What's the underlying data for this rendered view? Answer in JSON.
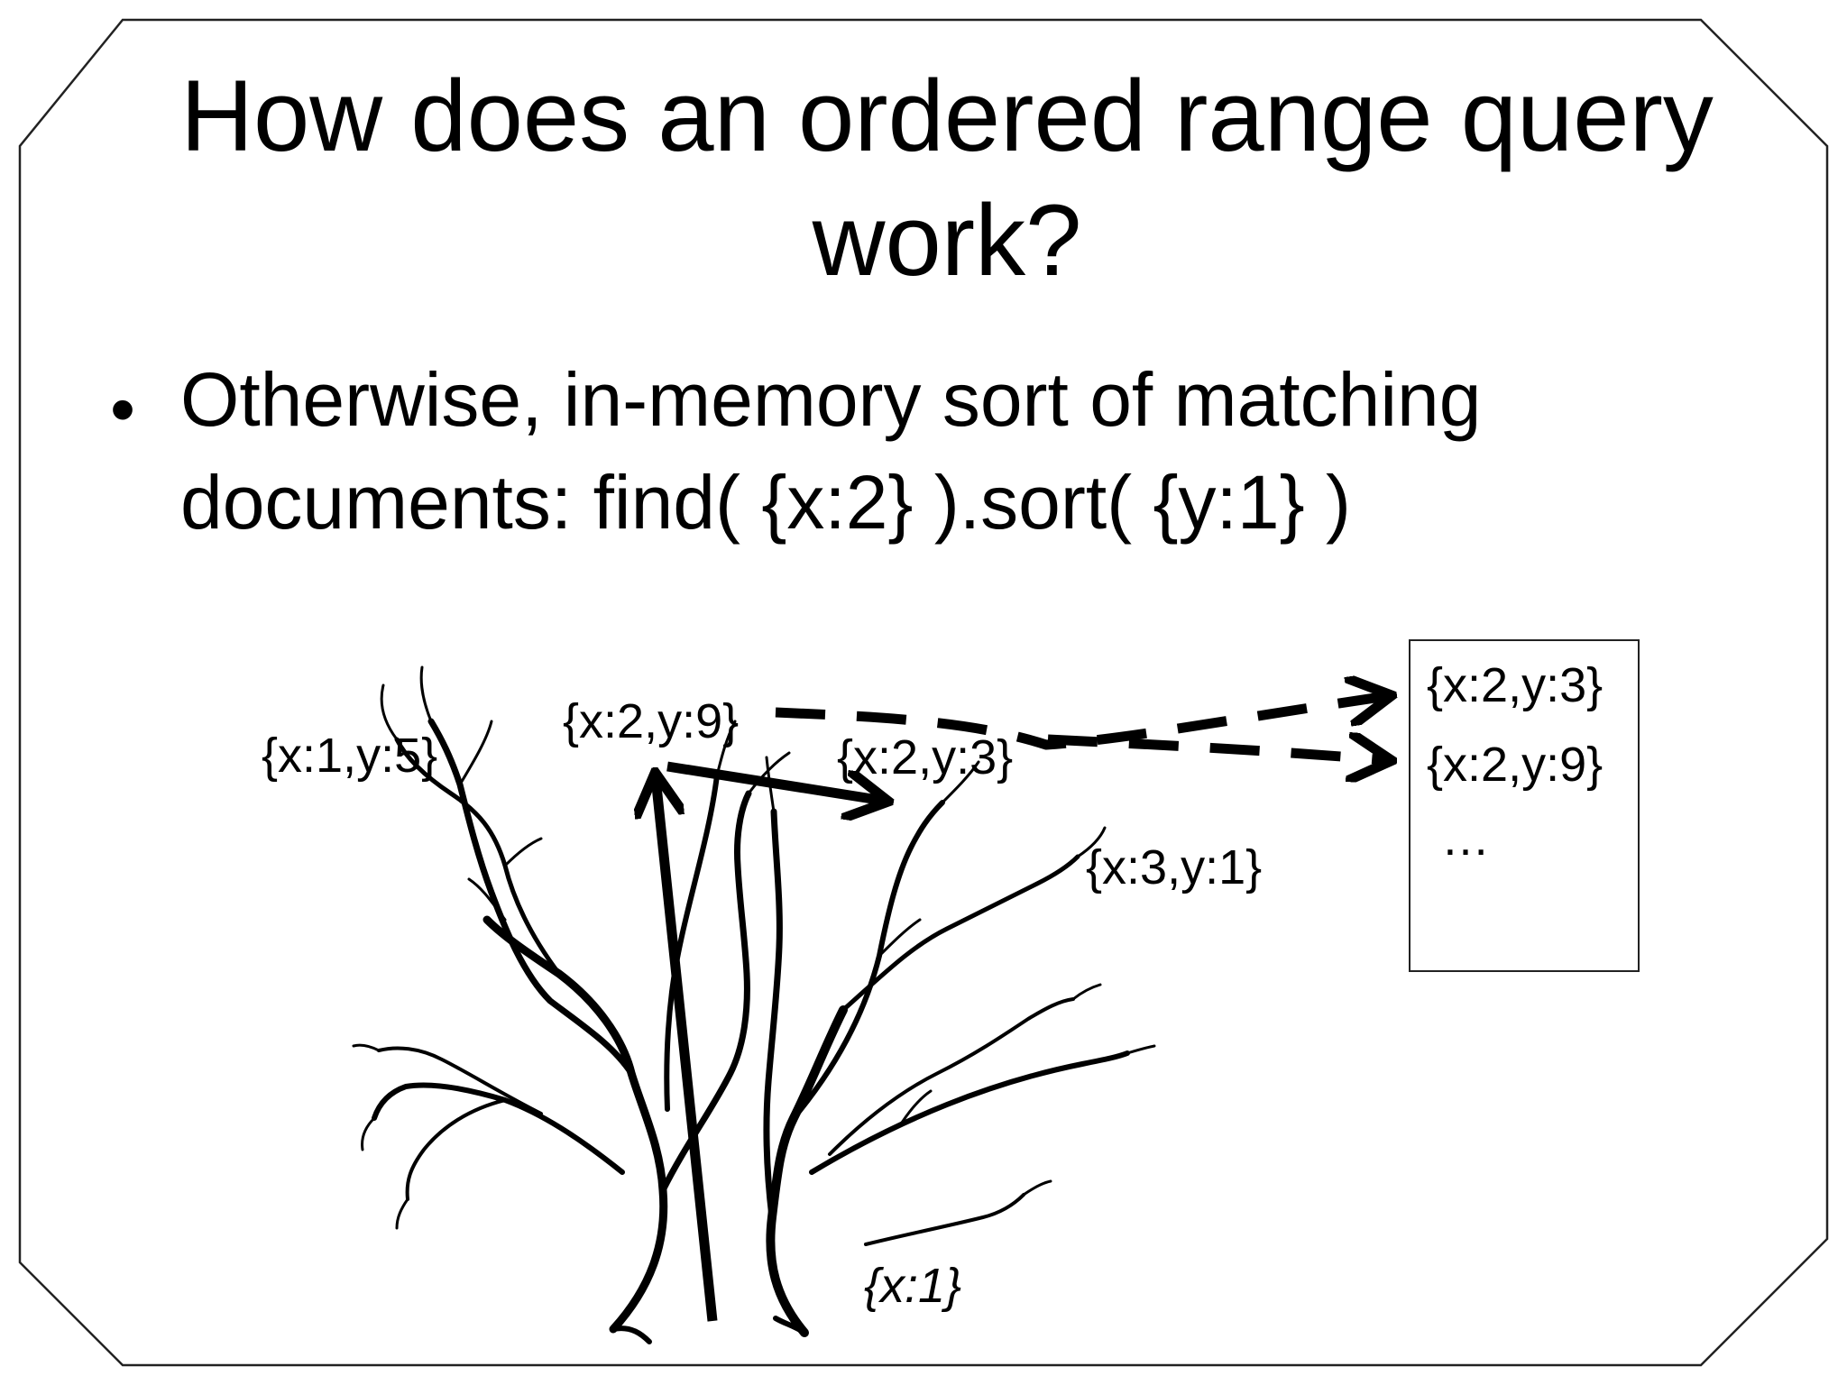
{
  "slide": {
    "title": "How does an ordered range query work?",
    "bullet": "Otherwise, in-memory sort of matching documents: find( {x:2} ).sort( {y:1} )"
  },
  "diagram": {
    "tree_labels": {
      "doc_x1y5": "{x:1,y:5}",
      "doc_x2y9": "{x:2,y:9}",
      "doc_x2y3": "{x:2,y:3}",
      "doc_x3y1": "{x:3,y:1}",
      "index_root": "{x:1}"
    },
    "results": {
      "items": [
        "{x:2,y:3}",
        "{x:2,y:9}"
      ],
      "more": "…"
    },
    "colors": {
      "ink": "#000000",
      "background": "#ffffff",
      "frame": "#222222"
    },
    "illustration": "tree-drawing"
  }
}
